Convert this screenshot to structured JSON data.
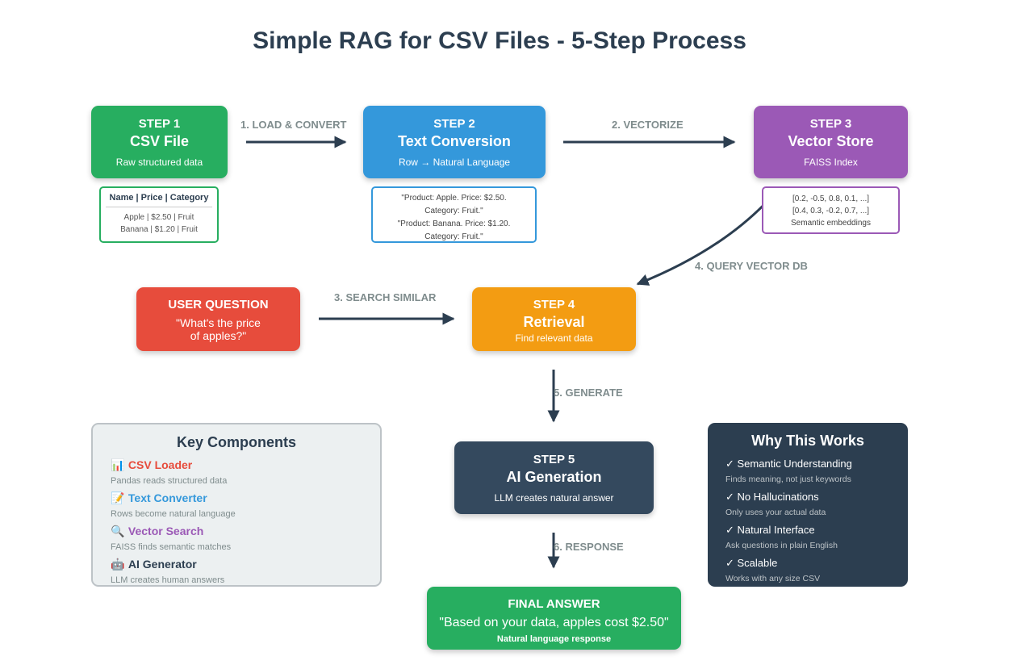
{
  "title": "Simple RAG for CSV Files - 5-Step Process",
  "steps": {
    "step1": {
      "label": "STEP 1",
      "name": "CSV File",
      "sub": "Raw structured data"
    },
    "step2": {
      "label": "STEP 2",
      "name": "Text Conversion",
      "sub": "Row → Natural Language"
    },
    "step3": {
      "label": "STEP 3",
      "name": "Vector Store",
      "sub": "FAISS Index"
    },
    "step4": {
      "label": "STEP 4",
      "name": "Retrieval",
      "sub": "Find relevant data"
    },
    "step5": {
      "label": "STEP 5",
      "name": "AI Generation",
      "sub": "LLM creates natural answer"
    }
  },
  "user_question": {
    "label": "USER QUESTION",
    "line1": "\"What's the price",
    "line2": "of apples?\""
  },
  "final_answer": {
    "label": "FINAL ANSWER",
    "text": "\"Based on your data, apples cost $2.50\"",
    "sub": "Natural language response"
  },
  "csv_example": {
    "header": "Name | Price | Category",
    "rows": [
      "Apple | $2.50 | Fruit",
      "Banana | $1.20 | Fruit"
    ]
  },
  "text_example": {
    "lines": [
      "\"Product: Apple. Price: $2.50.",
      "Category: Fruit.\"",
      "\"Product: Banana. Price: $1.20.",
      "Category: Fruit.\""
    ]
  },
  "vector_example": {
    "lines": [
      "[0.2, -0.5, 0.8, 0.1, ...]",
      "[0.4, 0.3, -0.2, 0.7, ...]",
      "Semantic embeddings"
    ]
  },
  "edges": {
    "e1": "1. LOAD & CONVERT",
    "e2": "2. VECTORIZE",
    "e3": "3. SEARCH SIMILAR",
    "e4": "4. QUERY VECTOR DB",
    "e5": "5. GENERATE",
    "e6": "6. RESPONSE"
  },
  "key_components": {
    "title": "Key Components",
    "items": [
      {
        "icon": "📊",
        "name": "CSV Loader",
        "desc": "Pandas reads structured data",
        "color": "#e74c3c"
      },
      {
        "icon": "📝",
        "name": "Text Converter",
        "desc": "Rows become natural language",
        "color": "#3498db"
      },
      {
        "icon": "🔍",
        "name": "Vector Search",
        "desc": "FAISS finds semantic matches",
        "color": "#9b59b6"
      },
      {
        "icon": "🤖",
        "name": "AI Generator",
        "desc": "LLM creates human answers",
        "color": "#2c3e50"
      }
    ]
  },
  "why_works": {
    "title": "Why This Works",
    "items": [
      {
        "name": "✓ Semantic Understanding",
        "desc": "Finds meaning, not just keywords"
      },
      {
        "name": "✓ No Hallucinations",
        "desc": "Only uses your actual data"
      },
      {
        "name": "✓ Natural Interface",
        "desc": "Ask questions in plain English"
      },
      {
        "name": "✓ Scalable",
        "desc": "Works with any size CSV"
      }
    ]
  },
  "colors": {
    "green": "#27ae60",
    "blue": "#3498db",
    "purple": "#9b59b6",
    "red": "#e74c3c",
    "orange": "#f39c12",
    "navy": "#34495e",
    "dark": "#2c3e50"
  }
}
